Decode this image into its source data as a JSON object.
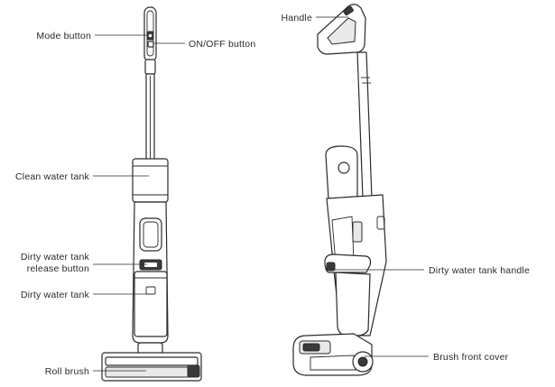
{
  "labels": {
    "mode_button": "Mode button",
    "on_off_button": "ON/OFF button",
    "clean_water_tank": "Clean water tank",
    "dirty_water_tank_release_line1": "Dirty water tank",
    "dirty_water_tank_release_line2": "release button",
    "dirty_water_tank": "Dirty water tank",
    "roll_brush": "Roll brush",
    "handle": "Handle",
    "dirty_water_tank_handle": "Dirty water tank handle",
    "brush_front_cover": "Brush front cover"
  }
}
